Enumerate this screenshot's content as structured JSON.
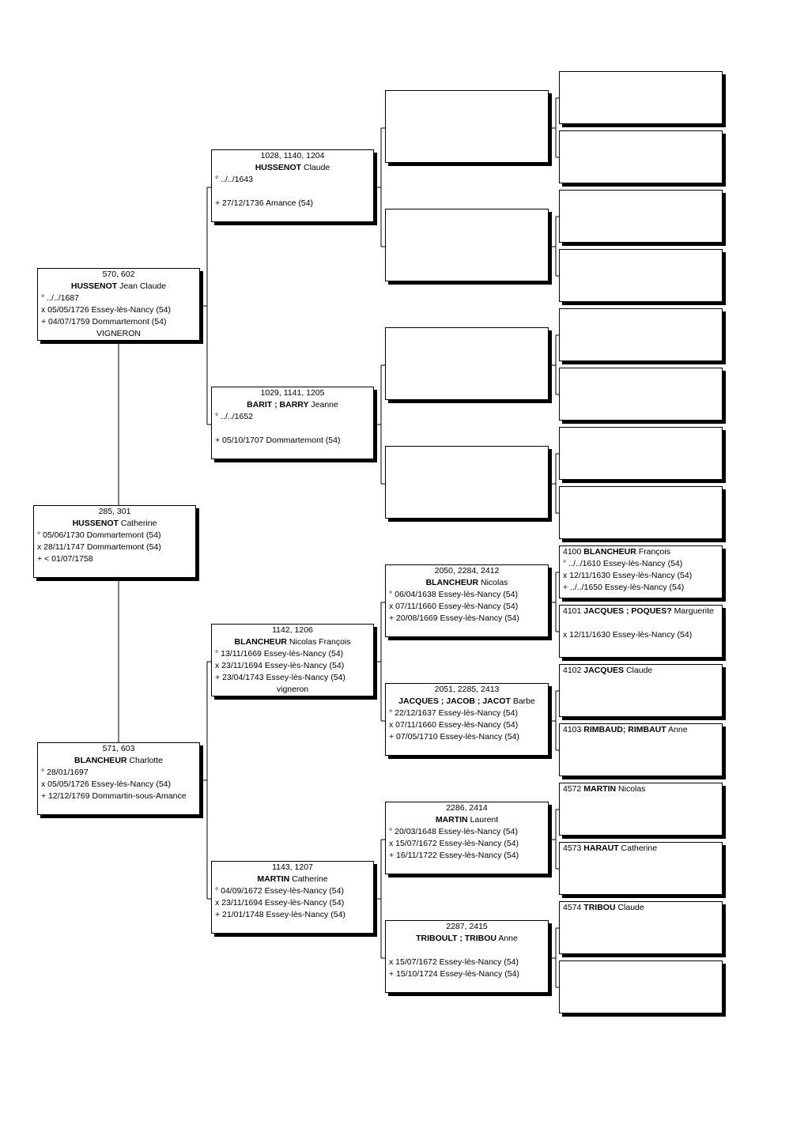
{
  "persons": {
    "p1": {
      "ids": "285, 301",
      "surname": "HUSSENOT",
      "given": "Catherine",
      "lines": [
        "° 05/06/1730 Dommartemont (54)",
        "x 28/11/1747 Dommartemont (54)",
        "+ < 01/07/1758"
      ]
    },
    "p2": {
      "ids": "570, 602",
      "surname": "HUSSENOT",
      "given": "Jean Claude",
      "lines": [
        "° ../../1687",
        "x 05/05/1726 Essey-lès-Nancy (54)",
        "+ 04/07/1759 Dommartemont (54)"
      ],
      "occupation": "VIGNERON"
    },
    "p3": {
      "ids": "571, 603",
      "surname": "BLANCHEUR",
      "given": "Charlotte",
      "lines": [
        "° 28/01/1697",
        "x 05/05/1726 Essey-lès-Nancy (54)",
        "+ 12/12/1769 Dommartin-sous-Amance"
      ]
    },
    "p4": {
      "ids": "1028, 1140, 1204",
      "surname": "HUSSENOT",
      "given": "Claude",
      "lines": [
        "° ../../1643",
        "",
        "+ 27/12/1736 Amance (54)"
      ]
    },
    "p5": {
      "ids": "1029, 1141, 1205",
      "surname": "BARIT ; BARRY",
      "given": "Jeanne",
      "lines": [
        "° ../../1652",
        "",
        "+ 05/10/1707 Dommartemont (54)"
      ]
    },
    "p6": {
      "ids": "1142, 1206",
      "surname": "BLANCHEUR",
      "given": "Nicolas François",
      "lines": [
        "° 13/11/1669 Essey-lès-Nancy (54)",
        "x 23/11/1694 Essey-lès-Nancy (54)",
        "+ 23/04/1743 Essey-lès-Nancy (54)"
      ],
      "occupation": "vigneron"
    },
    "p7": {
      "ids": "1143, 1207",
      "surname": "MARTIN",
      "given": "Catherine",
      "lines": [
        "° 04/09/1672 Essey-lès-Nancy (54)",
        "x 23/11/1694 Essey-lès-Nancy (54)",
        "+ 21/01/1748 Essey-lès-Nancy (54)"
      ]
    },
    "p12": {
      "ids": "2050, 2284, 2412",
      "surname": "BLANCHEUR",
      "given": "Nicolas",
      "lines": [
        "° 06/04/1638 Essey-lès-Nancy (54)",
        "x 07/11/1660 Essey-lès-Nancy (54)",
        "+ 20/08/1669 Essey-lès-Nancy (54)"
      ]
    },
    "p13": {
      "ids": "2051, 2285, 2413",
      "surname": "JACQUES ; JACOB ; JACOT",
      "given": "Barbe",
      "lines": [
        "° 22/12/1637 Essey-lès-Nancy (54)",
        "x 07/11/1660 Essey-lès-Nancy (54)",
        "+ 07/05/1710 Essey-lès-Nancy (54)"
      ]
    },
    "p14": {
      "ids": "2286, 2414",
      "surname": "MARTIN",
      "given": "Laurent",
      "lines": [
        "° 20/03/1648 Essey-lès-Nancy (54)",
        "x 15/07/1672 Essey-lès-Nancy (54)",
        "+ 16/11/1722 Essey-lès-Nancy (54)"
      ]
    },
    "p15": {
      "ids": "2287, 2415",
      "surname": "TRIBOULT ; TRIBOU",
      "given": "Anne",
      "lines": [
        "",
        "x 15/07/1672 Essey-lès-Nancy (54)",
        "+ 15/10/1724 Essey-lès-Nancy (54)"
      ]
    },
    "p24": {
      "ids": "4100",
      "surname": "BLANCHEUR",
      "given": "François",
      "lines": [
        "° ../../1610 Essey-lès-Nancy (54)",
        "x 12/11/1630 Essey-lès-Nancy (54)",
        "+ ../../1650 Essey-lès-Nancy (54)"
      ]
    },
    "p25": {
      "ids": "4101",
      "surname": "JACQUES ; POQUES?",
      "given": "Marguerite",
      "lines": [
        "",
        "x 12/11/1630 Essey-lès-Nancy (54)",
        ""
      ]
    },
    "p26": {
      "ids": "4102",
      "surname": "JACQUES",
      "given": "Claude",
      "lines": [
        "",
        "",
        ""
      ]
    },
    "p27": {
      "ids": "4103",
      "surname": "RIMBAUD; RIMBAUT",
      "given": "Anne",
      "lines": [
        "",
        "",
        ""
      ]
    },
    "p28": {
      "ids": "4572",
      "surname": "MARTIN",
      "given": "Nicolas",
      "lines": [
        "",
        "",
        ""
      ]
    },
    "p29": {
      "ids": "4573",
      "surname": "HARAUT",
      "given": "Catherine",
      "lines": [
        "",
        "",
        ""
      ]
    },
    "p30": {
      "ids": "4574",
      "surname": "TRIBOU",
      "given": "Claude",
      "lines": [
        "",
        "",
        ""
      ]
    }
  }
}
